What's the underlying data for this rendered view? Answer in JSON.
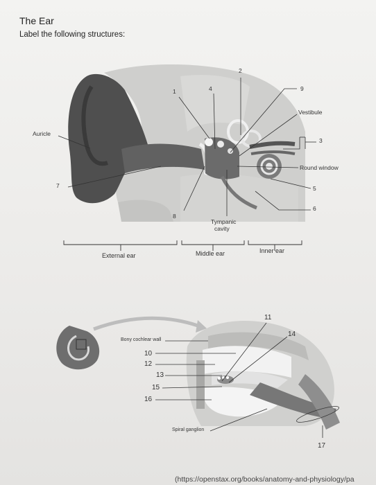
{
  "title": "The Ear",
  "instruction": "Label the following structures:",
  "top_diagram": {
    "labels": {
      "auricle": "Auricle",
      "vestibule": "Vestibule",
      "round_window": "Round window",
      "tympanic_cavity_1": "Tympanic",
      "tympanic_cavity_2": "cavity"
    },
    "numbers": [
      "1",
      "2",
      "3",
      "4",
      "5",
      "6",
      "7",
      "8",
      "9"
    ],
    "sections": {
      "external": "External ear",
      "middle": "Middle ear",
      "inner": "Inner ear"
    }
  },
  "bottom_diagram": {
    "labels": {
      "bony_wall": "Bony cochlear wall",
      "spiral_ganglion": "Spiral ganglion"
    },
    "numbers": [
      "10",
      "11",
      "12",
      "13",
      "14",
      "15",
      "16",
      "17"
    ]
  },
  "source_text": "(https://openstax.org/books/anatomy-and-physiology/pa",
  "colors": {
    "tissue": "#5a5a5a",
    "bone": "#c8c8c6",
    "line": "#333333"
  }
}
